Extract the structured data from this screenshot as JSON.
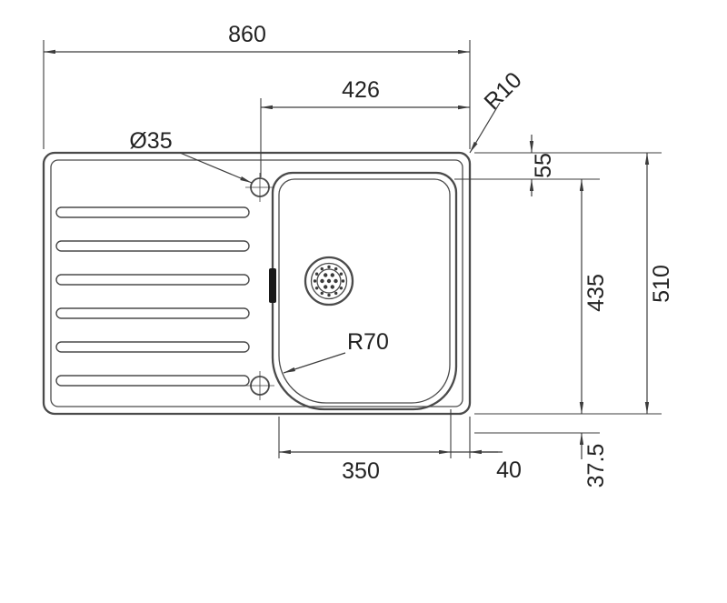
{
  "dims": {
    "overall_width": "860",
    "opening_width": "426",
    "corner_radius": "R10",
    "tap_hole_diameter": "Ø35",
    "top_inset": "55",
    "bowl_length": "435",
    "overall_depth": "510",
    "bowl_corner_radius": "R70",
    "bowl_width": "350",
    "side_inset": "40",
    "bottom_inset": "37.5"
  },
  "colors": {
    "part_outline": "#4a4a4a",
    "dimension_lines": "#3c3c3c",
    "text": "#222222",
    "background": "#ffffff"
  }
}
